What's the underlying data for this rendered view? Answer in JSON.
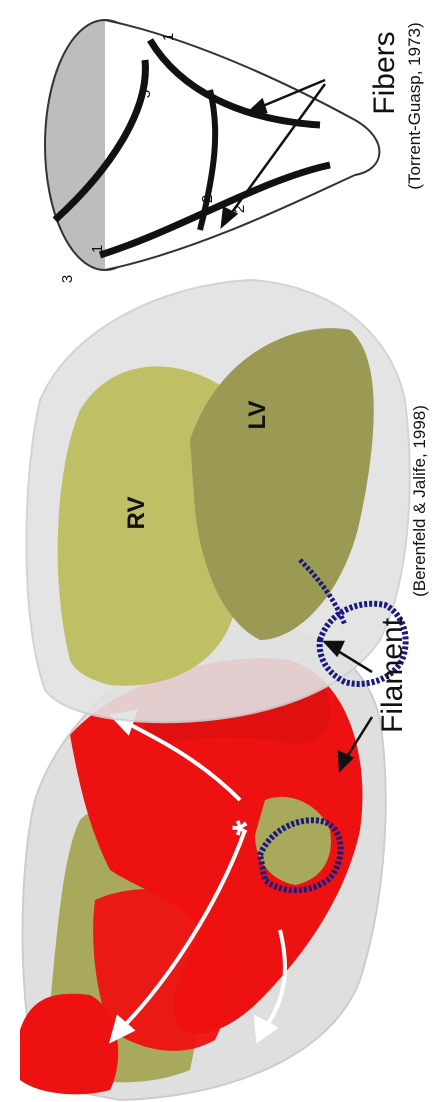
{
  "panels": {
    "left": {
      "marker": "*"
    },
    "middle": {
      "label_rv": "RV",
      "label_lv": "LV",
      "citation": "(Berenfeld & Jalife, 1998)"
    },
    "right": {
      "numbers": [
        "1",
        "1",
        "2",
        "2",
        "3",
        "3"
      ],
      "citation": "(Torrent-Guasp, 1973)"
    }
  },
  "annotations": {
    "filament": "Filament",
    "fibers": "Fibers"
  },
  "colors": {
    "wave_red": "#ee1111",
    "ventricle_olive": "#9a9a55",
    "ventricle_yellow": "#bfbf66",
    "filament_blue": "#1a1a80",
    "shell_gray": "#dcdcdc",
    "fiber_band": "#111111",
    "cone_gray": "#bdbdbd"
  }
}
